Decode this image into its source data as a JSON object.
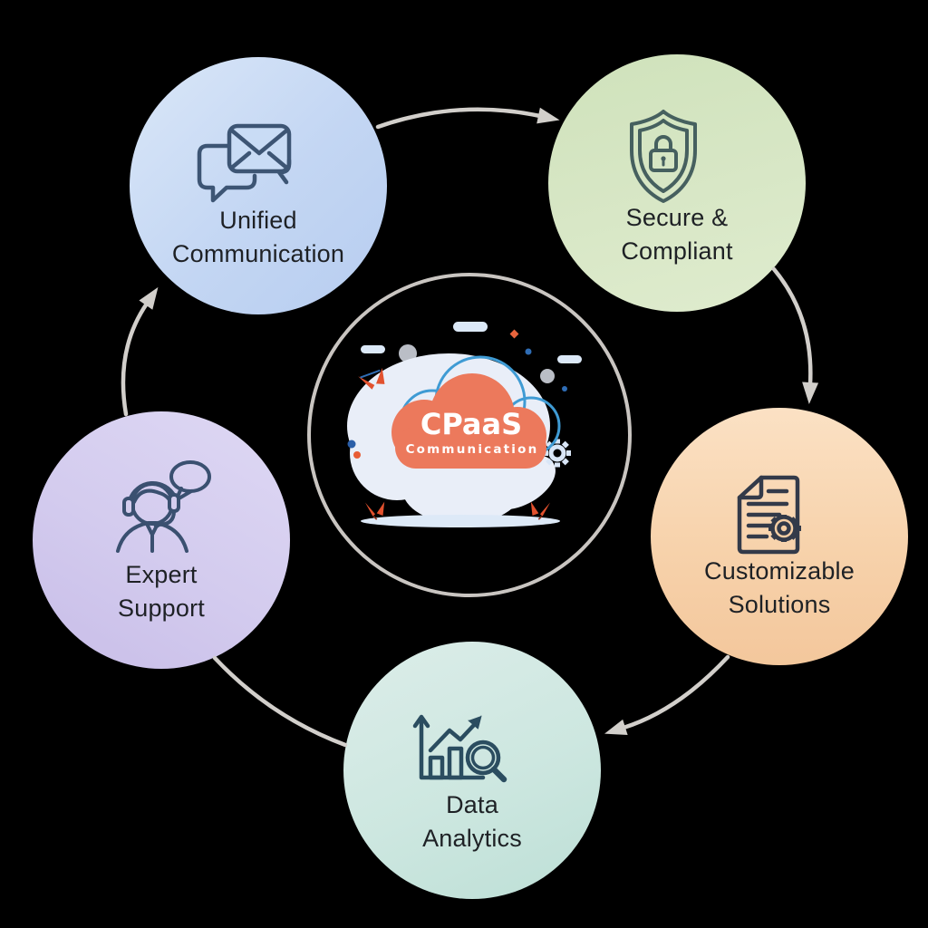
{
  "diagram": {
    "type": "cycle",
    "background_color": "#000000",
    "center": {
      "logo_title": "CPaaS",
      "logo_subtitle": "Communication",
      "cloud_color": "#ec795c",
      "cloud_outline_color": "#3f9bd4",
      "ring_color": "#c9c5c1",
      "blob_color": "#e9eef8",
      "text_color": "#ffffff"
    },
    "nodes": [
      {
        "id": "unified-communication",
        "label_line1": "Unified",
        "label_line2": "Communication",
        "icon": "chat-mail-icon",
        "icon_stroke": "#3d5574",
        "gradient_start": "#dae7f8",
        "gradient_end": "#b7cdf0"
      },
      {
        "id": "secure-compliant",
        "label_line1": "Secure &",
        "label_line2": "Compliant",
        "icon": "shield-lock-icon",
        "icon_stroke": "#46605f",
        "gradient_start": "#cfe2bb",
        "gradient_end": "#dfecce"
      },
      {
        "id": "customizable-solutions",
        "label_line1": "Customizable",
        "label_line2": "Solutions",
        "icon": "document-gear-icon",
        "icon_stroke": "#333a49",
        "gradient_start": "#fbe1c4",
        "gradient_end": "#f3c79c"
      },
      {
        "id": "data-analytics",
        "label_line1": "Data",
        "label_line2": "Analytics",
        "icon": "chart-magnifier-icon",
        "icon_stroke": "#2b4d60",
        "gradient_start": "#dcede9",
        "gradient_end": "#bddfd6"
      },
      {
        "id": "expert-support",
        "label_line1": "Expert",
        "label_line2": "Support",
        "icon": "headset-agent-icon",
        "icon_stroke": "#3a5070",
        "gradient_start": "#ded8f4",
        "gradient_end": "#c8bde8"
      }
    ],
    "connections": [
      {
        "from": "unified-communication",
        "to": "secure-compliant",
        "arrowhead": true
      },
      {
        "from": "secure-compliant",
        "to": "customizable-solutions",
        "arrowhead": true
      },
      {
        "from": "customizable-solutions",
        "to": "data-analytics",
        "arrowhead": true
      },
      {
        "from": "data-analytics",
        "to": "expert-support",
        "arrowhead": false
      },
      {
        "from": "expert-support",
        "to": "unified-communication",
        "arrowhead": true
      }
    ],
    "arrow_color": "#d2cfcb",
    "label_color": "#1e2125"
  }
}
